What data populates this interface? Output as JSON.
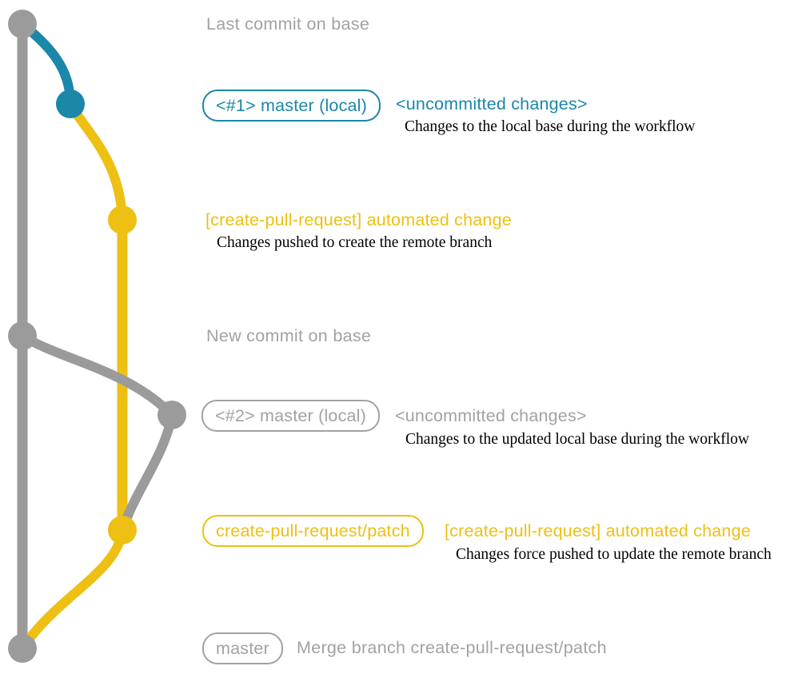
{
  "colors": {
    "teal": "#1b87a9",
    "yellow": "#edc013",
    "gray": "#9b9b9b",
    "gray_text": "#a2a2a2",
    "ink": "#000000",
    "background": "#ffffff"
  },
  "graph": {
    "nodes": [
      {
        "name": "last-commit-on-base",
        "color": "gray"
      },
      {
        "name": "local-commit-1",
        "color": "teal"
      },
      {
        "name": "remote-branch-commit-1",
        "color": "yellow"
      },
      {
        "name": "new-commit-on-base",
        "color": "gray"
      },
      {
        "name": "local-commit-2",
        "color": "gray"
      },
      {
        "name": "remote-branch-commit-2",
        "color": "yellow"
      },
      {
        "name": "merge-commit-on-base",
        "color": "gray"
      }
    ]
  },
  "annotations": {
    "last_commit": {
      "label": "Last commit on base"
    },
    "local_1": {
      "badge": "<#1> master (local)",
      "title": "<uncommitted changes>",
      "description": "Changes to the local base during the workflow"
    },
    "push_1": {
      "title": "[create-pull-request] automated change",
      "description": "Changes pushed to create the remote branch"
    },
    "new_commit": {
      "label": "New commit on base"
    },
    "local_2": {
      "badge": "<#2> master (local)",
      "title": "<uncommitted changes>",
      "description": "Changes to the updated local base during the workflow"
    },
    "push_2": {
      "badge": "create-pull-request/patch",
      "title": "[create-pull-request] automated change",
      "description": "Changes force pushed to update the remote branch"
    },
    "merge": {
      "badge": "master",
      "label": "Merge branch create-pull-request/patch"
    }
  }
}
